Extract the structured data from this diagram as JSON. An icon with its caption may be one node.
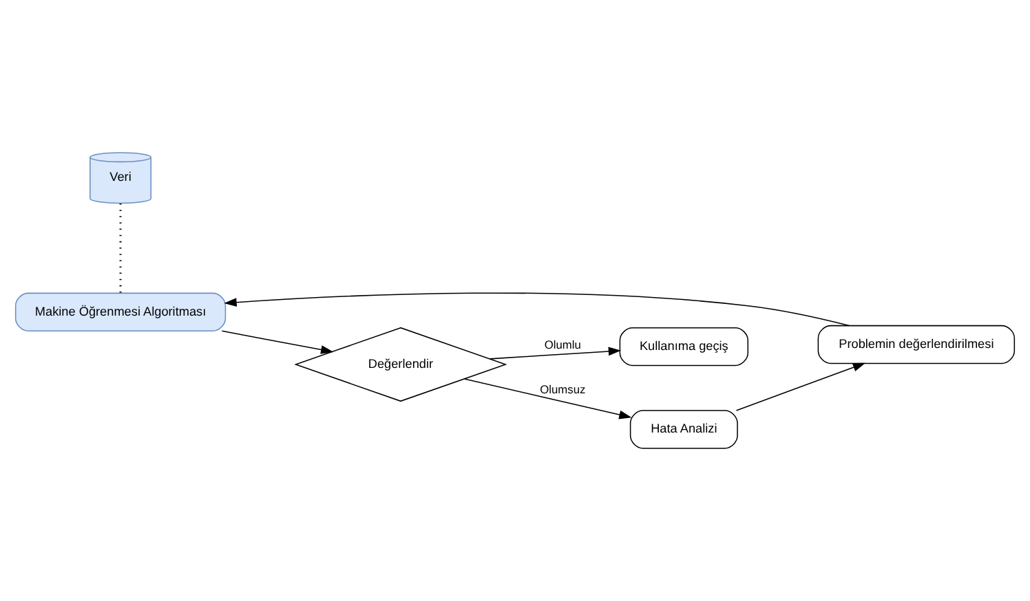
{
  "diagram": {
    "nodes": [
      {
        "text": [
          "Veri"
        ]
      },
      {
        "text": [
          "Kullanıma geçiş"
        ]
      },
      {
        "text": [
          "Problemin değerlendirilmesi"
        ]
      },
      {
        "text": [
          "Makine Öğrenmesi Algoritması"
        ]
      },
      {
        "text": [
          "Değerlendir"
        ]
      },
      {
        "text": [
          "Hata Analizi"
        ]
      }
    ],
    "edges": [
      {
        "from": 0,
        "to": 3,
        "arrow": "none",
        "style": "dashed"
      },
      {
        "from": 2,
        "to": 3,
        "arrow": "to"
      },
      {
        "from": 3,
        "to": 4,
        "arrow": "to"
      },
      {
        "from": 4,
        "to": 1,
        "arrow": "to",
        "label": "Olumlu"
      },
      {
        "from": 4,
        "to": 5,
        "arrow": "to",
        "label": "Olumsuz"
      },
      {
        "from": 5,
        "to": 2,
        "arrow": "to"
      }
    ]
  }
}
